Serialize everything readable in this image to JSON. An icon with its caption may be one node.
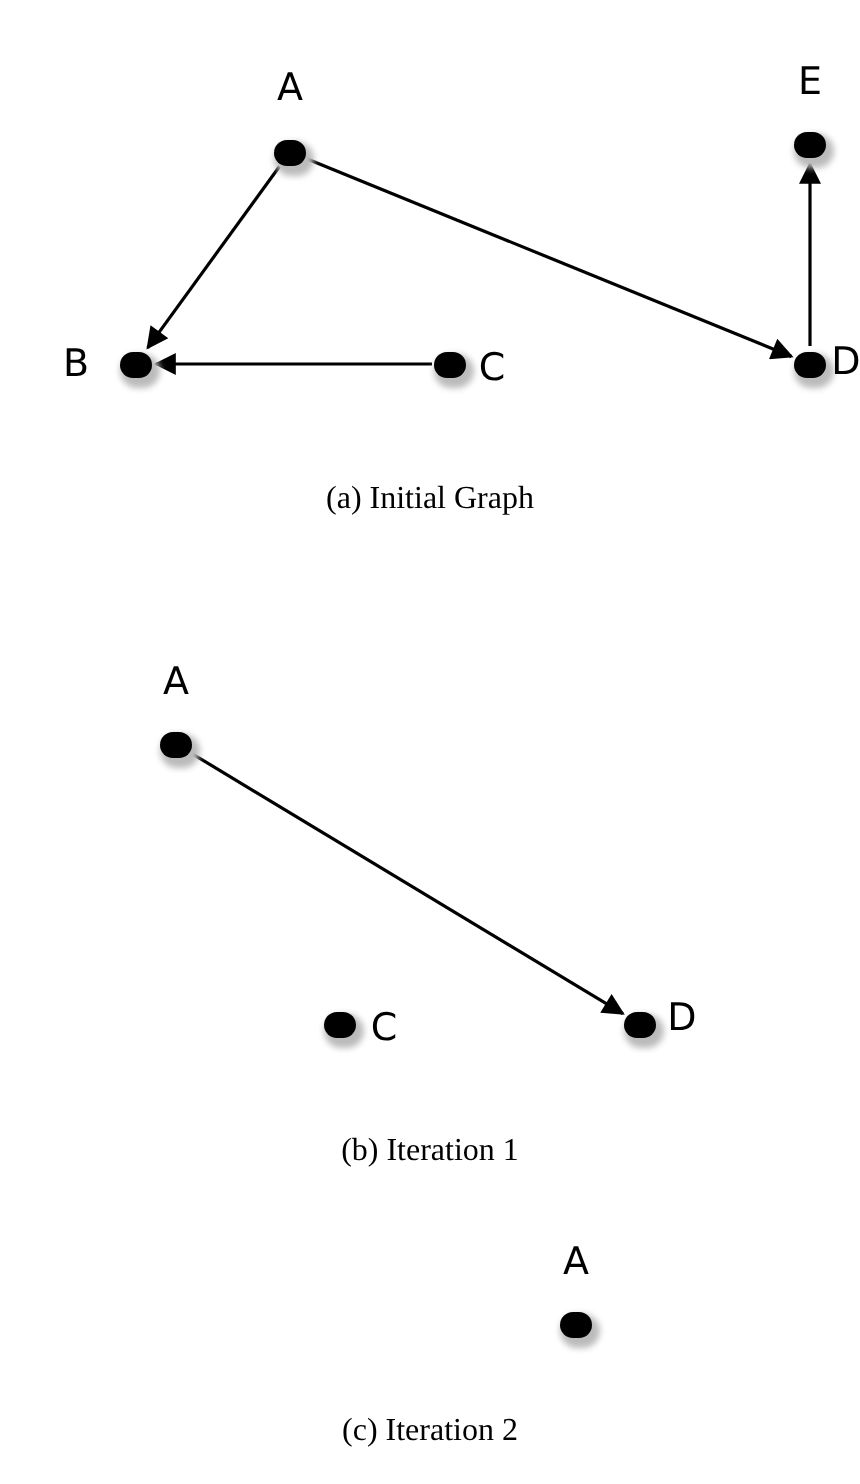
{
  "diagram": {
    "nodes": [
      {
        "text": [],
        "shape": "circle",
        "beside": [
          "A"
        ]
      },
      {
        "text": [],
        "shape": "circle",
        "beside": [
          "E"
        ]
      },
      {
        "text": [],
        "shape": "circle",
        "beside": [
          "B"
        ]
      },
      {
        "text": [],
        "shape": "circle",
        "beside": [
          "C"
        ]
      },
      {
        "text": [],
        "shape": "circle",
        "beside": [
          "D"
        ]
      },
      {
        "text": [],
        "shape": "circle",
        "beside": [
          "A"
        ]
      },
      {
        "text": [],
        "shape": "circle",
        "beside": [
          "C"
        ]
      },
      {
        "text": [],
        "shape": "circle",
        "beside": [
          "D"
        ]
      },
      {
        "text": [],
        "shape": "circle",
        "beside": [
          "A"
        ]
      }
    ],
    "edges": [
      {
        "from": 0,
        "to": 2,
        "arrow": "to"
      },
      {
        "from": 0,
        "to": 4,
        "arrow": "to"
      },
      {
        "from": 3,
        "to": 2,
        "arrow": "to"
      },
      {
        "from": 4,
        "to": 1,
        "arrow": "to"
      },
      {
        "from": 5,
        "to": 7,
        "arrow": "to"
      }
    ],
    "labels": [
      "(a) Initial Graph",
      "(b) Iteration 1",
      "(c) Iteration 2"
    ]
  }
}
